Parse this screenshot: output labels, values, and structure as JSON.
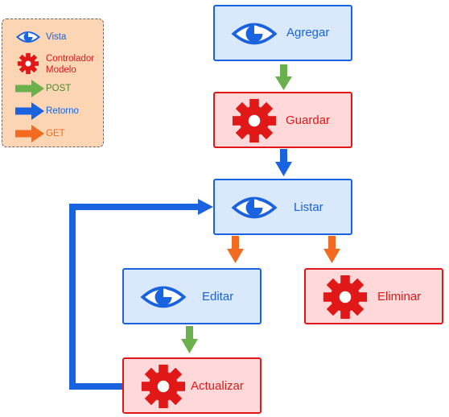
{
  "legend": {
    "vista": "Vista",
    "controlador_modelo": [
      "Controlador",
      "Modelo"
    ],
    "post": "POST",
    "retorno": "Retorno",
    "get": "GET"
  },
  "nodes": {
    "agregar": "Agregar",
    "guardar": "Guardar",
    "listar": "Listar",
    "editar": "Editar",
    "eliminar": "Eliminar",
    "actualizar": "Actualizar"
  },
  "colors": {
    "view_fill": "#dae8fc",
    "view_stroke": "#1a63e0",
    "controller_fill": "#ffd9d9",
    "controller_stroke": "#e01818",
    "post": "#6ab04c",
    "retorno": "#1a63e0",
    "get": "#f26b21",
    "legend_fill": "#fcd5b4"
  },
  "icons": {
    "view": "eye-icon",
    "controller": "gear-icon"
  }
}
